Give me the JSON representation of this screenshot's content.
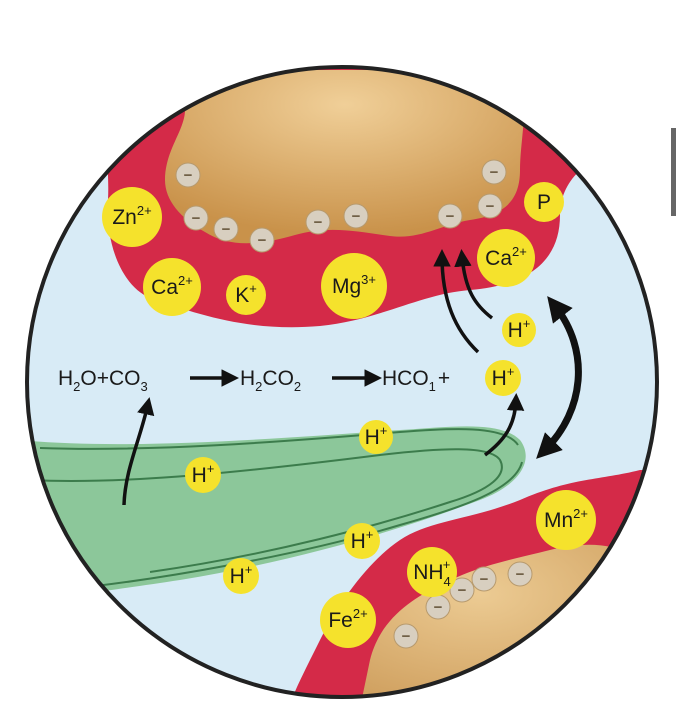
{
  "colors": {
    "water": "#d8ebf6",
    "soil_particle": "#cf9f5e",
    "soil_particle_light": "#e8c189",
    "soil_coating": "#d42a48",
    "root": "#8cc79a",
    "root_edge": "#3c7c4c",
    "ion": "#f5e22c",
    "neg_charge": "#d8cfc0"
  },
  "negative_charge": {
    "symbol": "−"
  },
  "top_ions": [
    {
      "base": "Zn",
      "sup": "2+"
    },
    {
      "base": "Ca",
      "sup": "2+"
    },
    {
      "base": "K",
      "sup": "+"
    },
    {
      "base": "Mg",
      "sup": "3+"
    },
    {
      "base": "P",
      "sup": ""
    },
    {
      "base": "Ca",
      "sup": "2+"
    }
  ],
  "bottom_ions": [
    {
      "base": "Mn",
      "sup": "2+"
    },
    {
      "base": "NH",
      "sub": "4",
      "sup": "+"
    },
    {
      "base": "Fe",
      "sup": "2+"
    }
  ],
  "hydrogen": {
    "base": "H",
    "sup": "+"
  },
  "equation": {
    "reactant_a": "H",
    "reactant_a_sub": "2",
    "reactant_b": "O+CO",
    "reactant_b_sub": "3",
    "product_1_a": "H",
    "product_1_a_sub": "2",
    "product_1_b": "CO",
    "product_1_b_sub": "2",
    "product_2_a": "HCO",
    "product_2_a_sub": "1",
    "product_2_b": "+"
  }
}
